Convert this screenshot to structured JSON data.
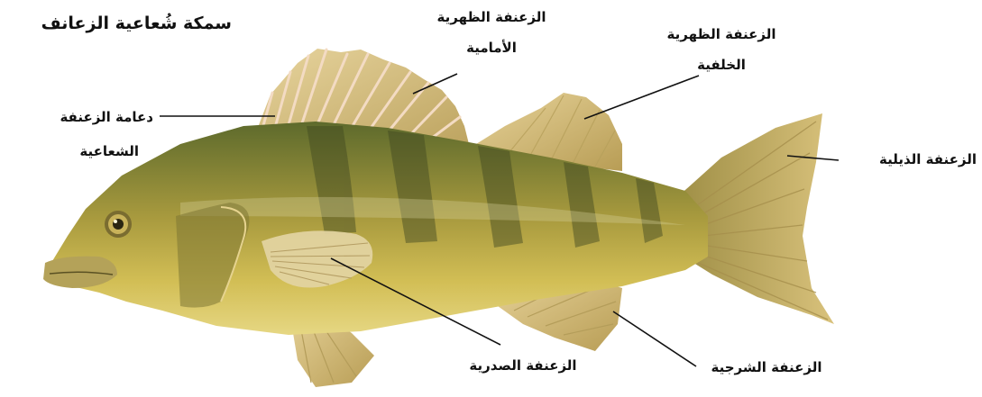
{
  "title": "سمكة شُعاعية الزعانف",
  "labels": {
    "anterior_dorsal_1": "الزعنفة الظهرية",
    "anterior_dorsal_2": "الأمامية",
    "posterior_dorsal_1": "الزعنفة الظهرية",
    "posterior_dorsal_2": "الخلفية",
    "fin_ray_1": "دعامة الزعنفة",
    "fin_ray_2": "الشعاعية",
    "caudal": "الزعنفة الذيلية",
    "pectoral": "الزعنفة الصدرية",
    "anal": "الزعنفة الشرجية"
  },
  "colors": {
    "body_light": "#c9b24a",
    "body_dark": "#6b6a2a",
    "fin": "#d6c27e",
    "fin_spine": "#f2d8c0",
    "belly": "#e2d27a",
    "stripe": "#3f4a22",
    "leader_line": "#111111"
  }
}
